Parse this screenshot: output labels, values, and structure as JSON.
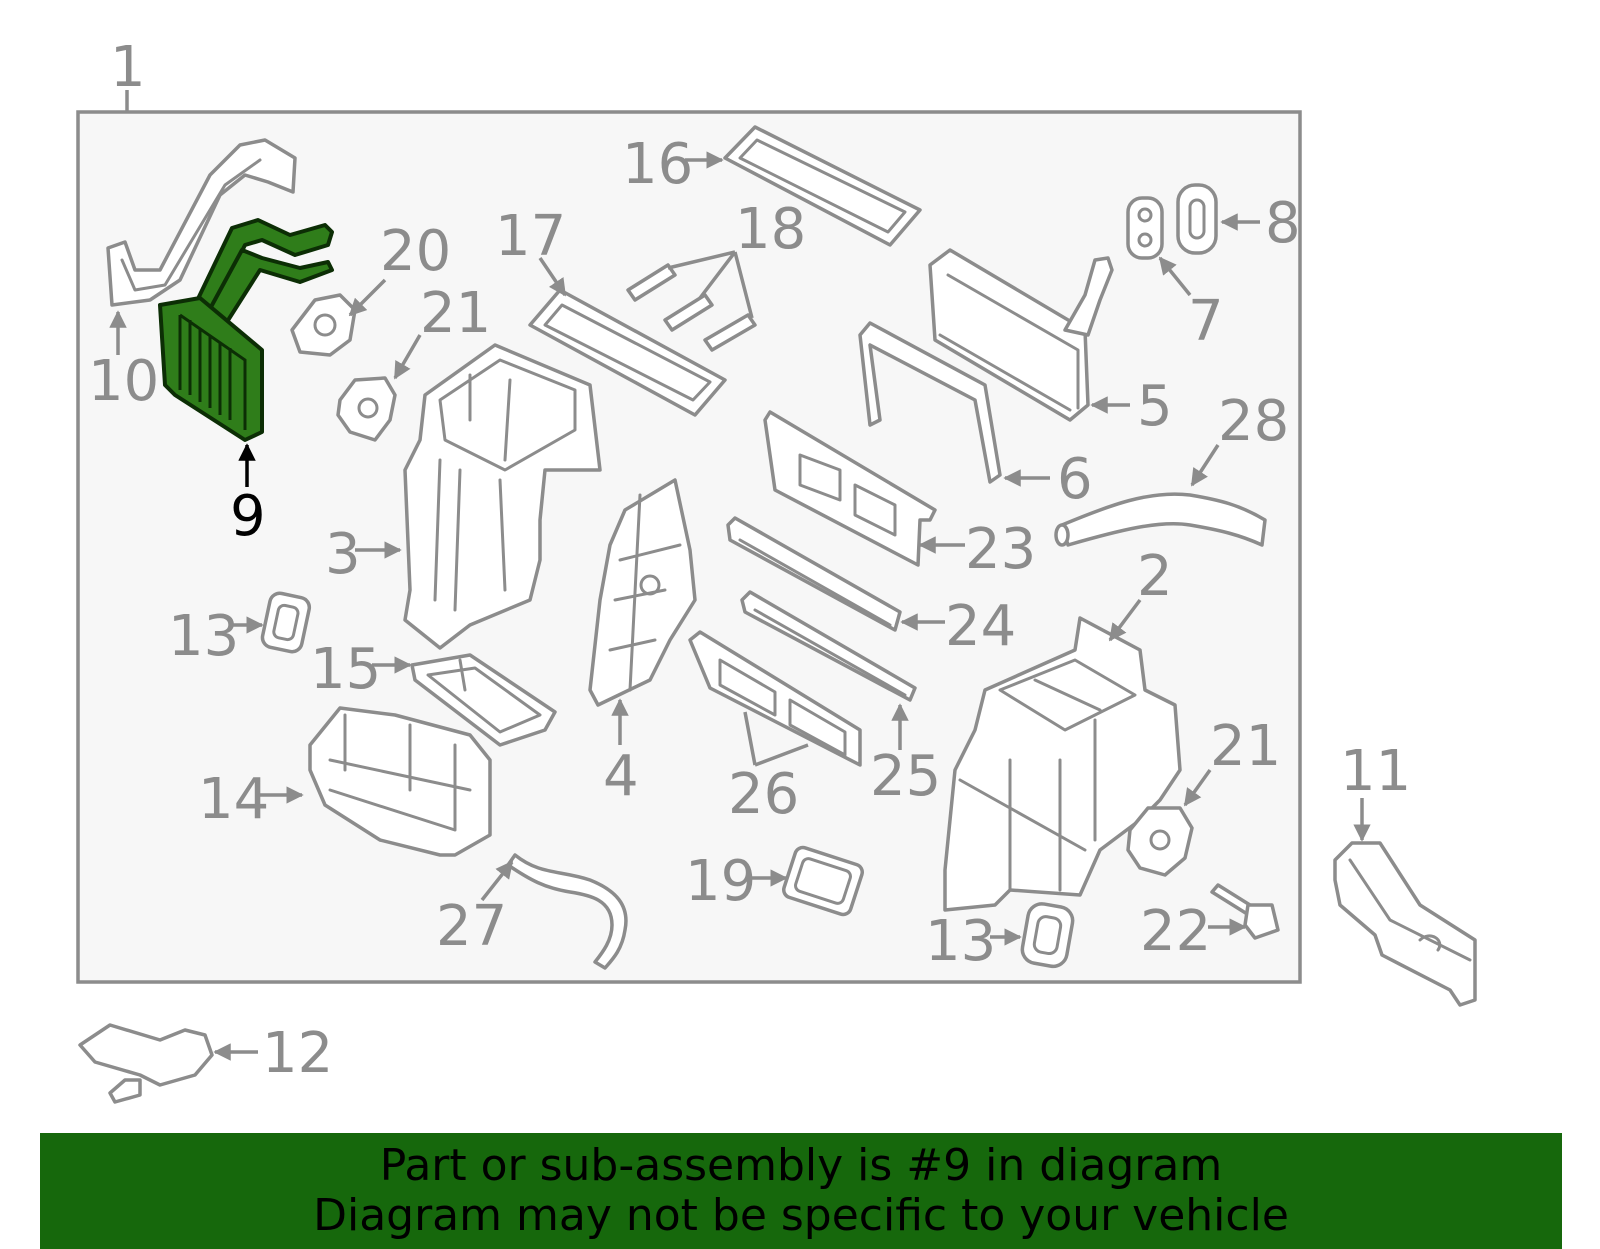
{
  "labels": {
    "l1": "1",
    "l2": "2",
    "l3": "3",
    "l4": "4",
    "l5": "5",
    "l6": "6",
    "l7": "7",
    "l8": "8",
    "l9": "9",
    "l10": "10",
    "l11": "11",
    "l12": "12",
    "l13a": "13",
    "l13b": "13",
    "l14": "14",
    "l15": "15",
    "l16": "16",
    "l17": "17",
    "l18": "18",
    "l19": "19",
    "l20": "20",
    "l21a": "21",
    "l21b": "21",
    "l22": "22",
    "l23": "23",
    "l24": "24",
    "l25": "25",
    "l26": "26",
    "l27": "27",
    "l28": "28"
  },
  "highlighted_part": "9",
  "colors": {
    "highlight_fill": "#2f7d1a",
    "banner_background": "#16680c",
    "line_art": "#8c8c8c",
    "frame_background": "#f7f7f7"
  },
  "banner": {
    "line1": "Part or sub-assembly is #9 in diagram",
    "line2": "Diagram may not be specific to your vehicle"
  }
}
